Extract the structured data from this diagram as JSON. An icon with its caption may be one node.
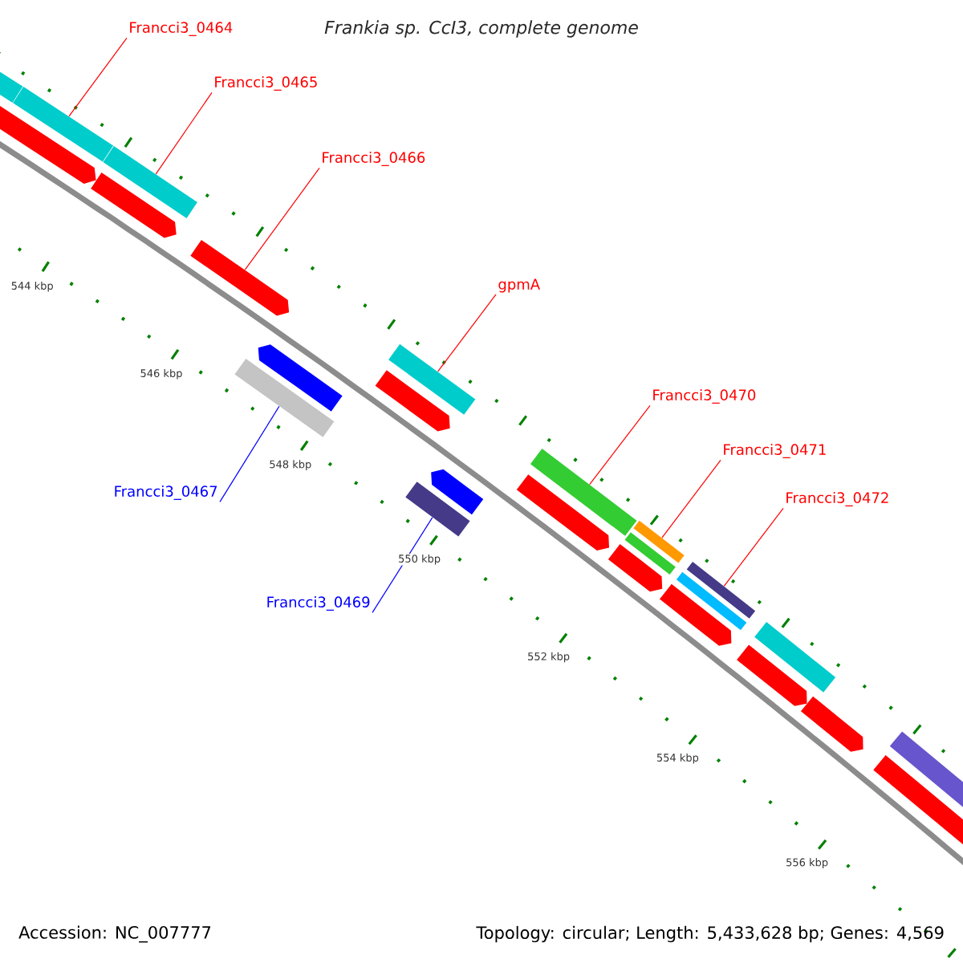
{
  "diagram": {
    "title": "Frankia sp. CcI3, complete genome",
    "nodes": [
      {
        "text": [
          "Francci3_0464"
        ]
      },
      {
        "text": [
          "Francci3_0465"
        ]
      },
      {
        "text": [
          "Francci3_0466"
        ]
      },
      {
        "text": [
          "gpmA"
        ]
      },
      {
        "text": [
          "Francci3_0470"
        ]
      },
      {
        "text": [
          "Francci3_0471"
        ]
      },
      {
        "text": [
          "Francci3_0472"
        ]
      },
      {
        "text": [
          "Francci3_0467"
        ]
      },
      {
        "text": [
          "Francci3_0469"
        ]
      },
      {
        "text": [],
        "shape": "bar"
      },
      {
        "text": [],
        "shape": "bar"
      },
      {
        "text": [],
        "shape": "bar"
      },
      {
        "text": [],
        "shape": "bar"
      },
      {
        "text": [],
        "shape": "bar"
      },
      {
        "text": [],
        "shape": "bar"
      },
      {
        "text": [],
        "shape": "bar"
      },
      {
        "text": [],
        "shape": "bar"
      },
      {
        "text": [],
        "shape": "bar"
      },
      {
        "text": [],
        "shape": "bar"
      },
      {
        "text": [],
        "shape": "bar"
      },
      {
        "text": [],
        "shape": "bar"
      },
      {
        "text": [],
        "shape": "bar"
      },
      {
        "text": [],
        "shape": "bar"
      },
      {
        "text": [],
        "shape": "bar"
      },
      {
        "text": [],
        "shape": "bar"
      },
      {
        "text": [],
        "shape": "bar"
      },
      {
        "text": [],
        "shape": "bar"
      },
      {
        "text": [],
        "shape": "bar"
      },
      {
        "text": [],
        "shape": "bar"
      },
      {
        "text": [],
        "shape": "bar"
      },
      {
        "text": [],
        "shape": "bar"
      },
      {
        "text": [],
        "shape": "bar"
      },
      {
        "text": [],
        "shape": "bar"
      },
      {
        "text": [],
        "shape": "bar"
      }
    ],
    "edges": [
      {
        "from": 0,
        "to": 11,
        "arrow": "none"
      },
      {
        "from": 1,
        "to": 13,
        "arrow": "none"
      },
      {
        "from": 2,
        "to": 14,
        "arrow": "none"
      },
      {
        "from": 3,
        "to": 18,
        "arrow": "none"
      },
      {
        "from": 4,
        "to": 22,
        "arrow": "none"
      },
      {
        "from": 5,
        "to": 25,
        "arrow": "none"
      },
      {
        "from": 6,
        "to": 28,
        "arrow": "none"
      },
      {
        "from": 7,
        "to": 15,
        "arrow": "none",
        "color": "#0000ff"
      },
      {
        "from": 8,
        "to": 19,
        "arrow": "none",
        "color": "#0000ff"
      }
    ],
    "labels": [
      "544 kbp",
      "546 kbp",
      "548 kbp",
      "550 kbp",
      "552 kbp",
      "554 kbp",
      "556 kbp",
      "Accession: NC_007777",
      "Topology: circular; Length: 5,433,628 bp; Genes: 4,569"
    ]
  }
}
